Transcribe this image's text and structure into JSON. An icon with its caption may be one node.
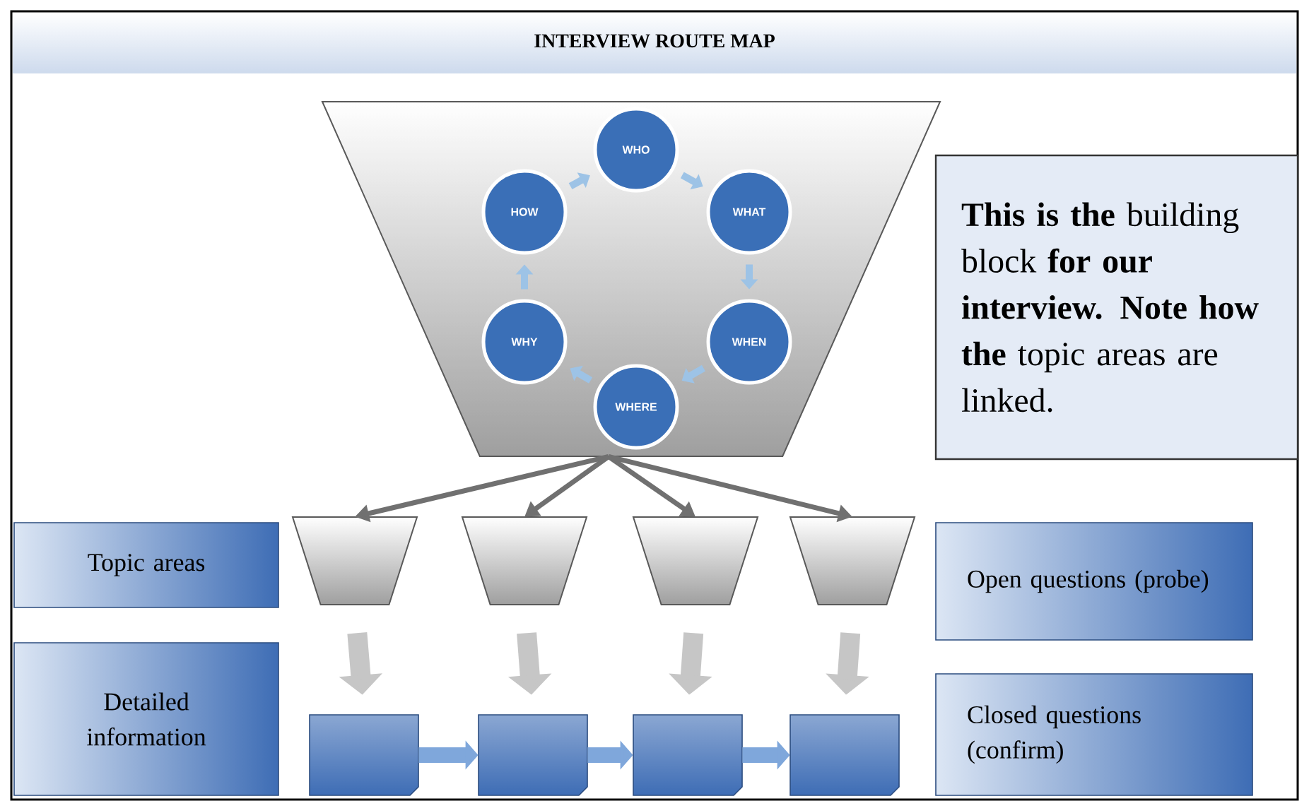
{
  "diagram": {
    "title": "INTERVIEW ROUTE MAP",
    "nodes": [
      {
        "text": [],
        "shape": "trapezoid"
      },
      {
        "text": [
          "WHO"
        ],
        "in": 0
      },
      {
        "text": [
          "WHAT"
        ],
        "in": 0
      },
      {
        "text": [
          "WHEN"
        ],
        "in": 0
      },
      {
        "text": [
          "WHERE"
        ],
        "in": 0
      },
      {
        "text": [
          "WHY"
        ],
        "in": 0
      },
      {
        "text": [
          "HOW"
        ],
        "in": 0
      },
      {
        "text": [
          "**This is the** building block **for our interview. Note how the** topic areas are linked."
        ]
      },
      {
        "text": [
          "Topic areas"
        ]
      },
      {
        "text": [
          "Detailed information"
        ]
      },
      {
        "text": [
          "Open questions (probe)"
        ]
      },
      {
        "text": [
          "Closed questions (confirm)"
        ]
      },
      {
        "text": [],
        "shape": "trapezoid"
      },
      {
        "text": [],
        "shape": "trapezoid"
      },
      {
        "text": [],
        "shape": "trapezoid"
      },
      {
        "text": [],
        "shape": "trapezoid"
      },
      {
        "text": [],
        "shape": "box"
      },
      {
        "text": [],
        "shape": "box"
      },
      {
        "text": [],
        "shape": "box"
      },
      {
        "text": [],
        "shape": "box"
      }
    ],
    "edges": [
      {
        "from": 1,
        "to": 2,
        "arrow": "to"
      },
      {
        "from": 2,
        "to": 3,
        "arrow": "to"
      },
      {
        "from": 3,
        "to": 4,
        "arrow": "to"
      },
      {
        "from": 4,
        "to": 5,
        "arrow": "to"
      },
      {
        "from": 5,
        "to": 6,
        "arrow": "to"
      },
      {
        "from": 6,
        "to": 1,
        "arrow": "to"
      },
      {
        "from": 0,
        "to": 12,
        "arrow": "to",
        "color": "#707070"
      },
      {
        "from": 0,
        "to": 13,
        "arrow": "to",
        "color": "#707070"
      },
      {
        "from": 0,
        "to": 14,
        "arrow": "to",
        "color": "#707070"
      },
      {
        "from": 0,
        "to": 15,
        "arrow": "to",
        "color": "#707070"
      },
      {
        "from": 12,
        "to": 16,
        "arrow": "to",
        "style": "thick"
      },
      {
        "from": 13,
        "to": 17,
        "arrow": "to",
        "style": "thick"
      },
      {
        "from": 14,
        "to": 18,
        "arrow": "to",
        "style": "thick"
      },
      {
        "from": 15,
        "to": 19,
        "arrow": "to",
        "style": "thick"
      },
      {
        "from": 16,
        "to": 17,
        "arrow": "to",
        "style": "thick"
      },
      {
        "from": 17,
        "to": 18,
        "arrow": "to",
        "style": "thick"
      },
      {
        "from": 18,
        "to": 19,
        "arrow": "to",
        "style": "thick"
      }
    ]
  }
}
